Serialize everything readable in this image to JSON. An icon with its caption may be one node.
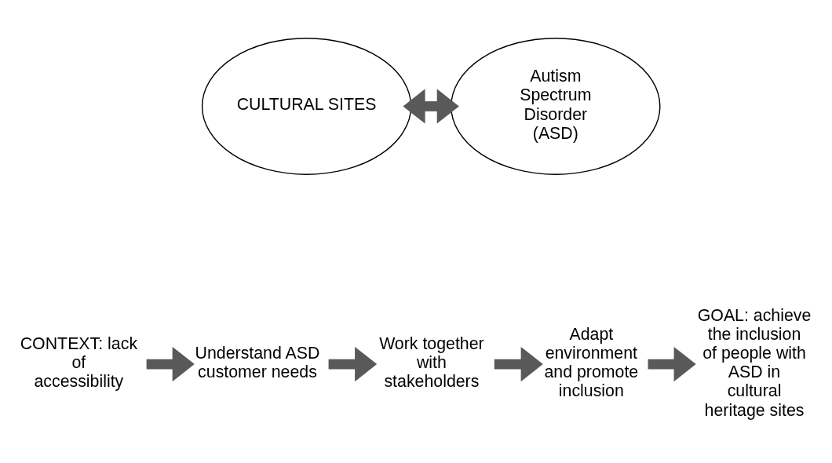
{
  "diagram": {
    "nodes": [
      {
        "text": [
          "CULTURAL SITES"
        ]
      },
      {
        "text": [
          "Autism Spectrum Disorder (ASD)"
        ]
      },
      {
        "text": [
          "CONTEXT: lack of accessibility"
        ]
      },
      {
        "text": [
          "Understand ASD customer needs"
        ]
      },
      {
        "text": [
          "Work together with stakeholders"
        ]
      },
      {
        "text": [
          "Adapt environment and promote inclusion"
        ]
      },
      {
        "text": [
          "GOAL: achieve the inclusion of people with ASD in cultural heritage sites"
        ]
      }
    ],
    "edges": [
      {
        "from": 0,
        "to": 1,
        "arrow": "both"
      },
      {
        "from": 2,
        "to": 3,
        "arrow": "to"
      },
      {
        "from": 3,
        "to": 4,
        "arrow": "to"
      },
      {
        "from": 4,
        "to": 5,
        "arrow": "to"
      },
      {
        "from": 5,
        "to": 6,
        "arrow": "to"
      }
    ]
  }
}
